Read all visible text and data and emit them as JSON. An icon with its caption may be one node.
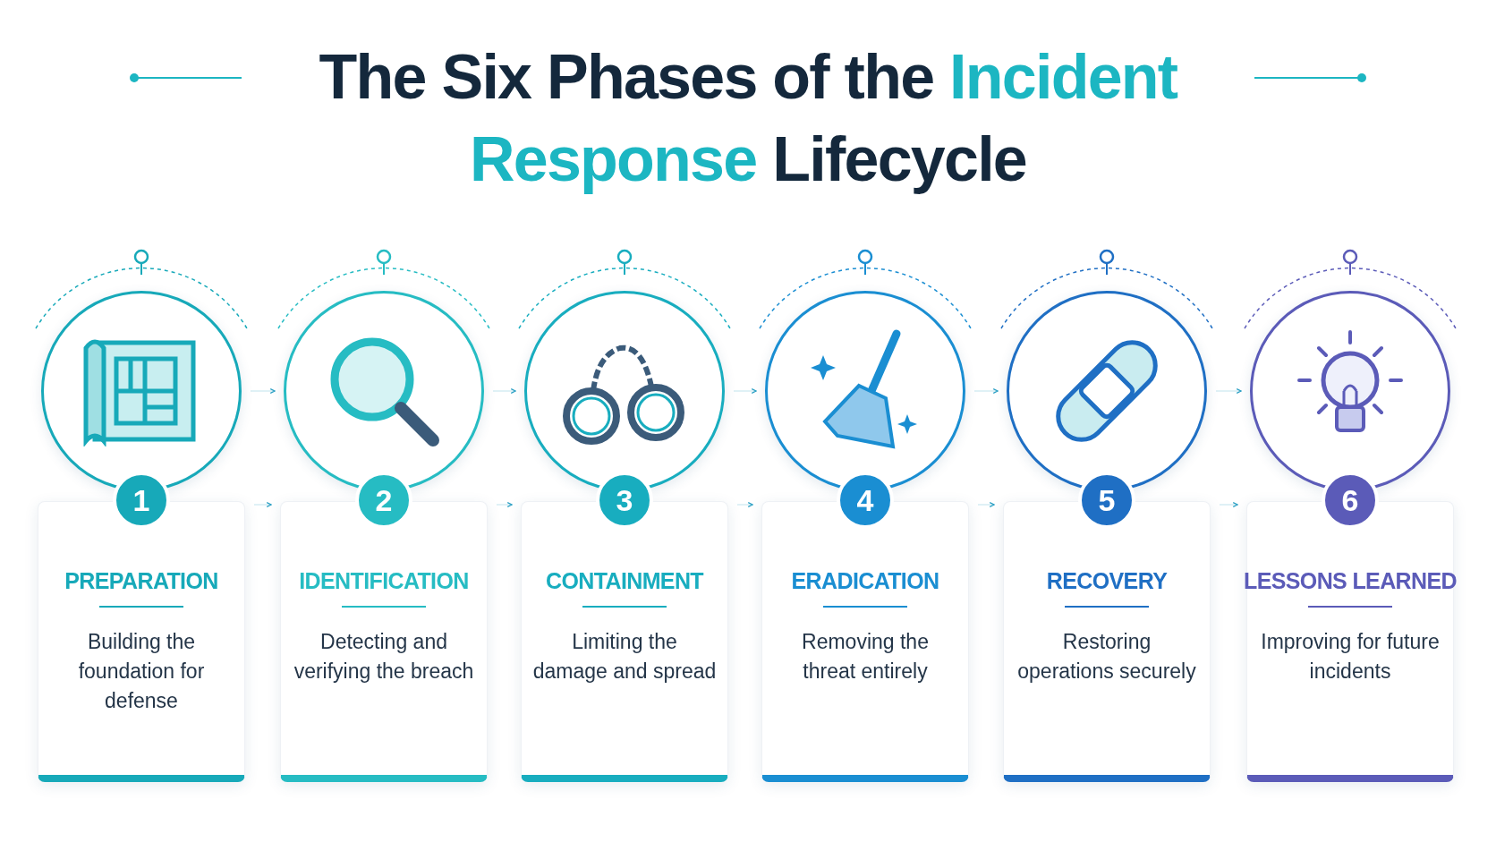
{
  "diagram": {
    "title": "The Six Phases of the **Incident Response** Lifecycle",
    "nodes": [
      {
        "text": [],
        "shape": "circle"
      },
      {
        "text": [],
        "shape": "circle"
      },
      {
        "text": [],
        "shape": "circle"
      },
      {
        "text": [],
        "shape": "circle"
      },
      {
        "text": [],
        "shape": "circle"
      },
      {
        "text": [],
        "shape": "circle"
      },
      {
        "text": [
          "1",
          "PREPARATION",
          "Building the foundation for defense"
        ]
      },
      {
        "text": [
          "2",
          "IDENTIFICATION",
          "Detecting and verifying the breach"
        ]
      },
      {
        "text": [
          "3",
          "CONTAINMENT",
          "Limiting the damage and spread"
        ]
      },
      {
        "text": [
          "4",
          "ERADICATION",
          "Removing the threat entirely"
        ]
      },
      {
        "text": [
          "5",
          "RECOVERY",
          "Restoring operations securely"
        ]
      },
      {
        "text": [
          "6",
          "LESSONS LEARNED",
          "Improving for future incidents"
        ]
      }
    ],
    "edges": [
      {
        "from": 0,
        "to": 1,
        "arrow": "to"
      },
      {
        "from": 1,
        "to": 2,
        "arrow": "to"
      },
      {
        "from": 2,
        "to": 3,
        "arrow": "to"
      },
      {
        "from": 3,
        "to": 4,
        "arrow": "to"
      },
      {
        "from": 4,
        "to": 5,
        "arrow": "to"
      },
      {
        "from": 6,
        "to": 7,
        "arrow": "to"
      },
      {
        "from": 7,
        "to": 8,
        "arrow": "to"
      },
      {
        "from": 8,
        "to": 9,
        "arrow": "to"
      },
      {
        "from": 9,
        "to": 10,
        "arrow": "to"
      },
      {
        "from": 10,
        "to": 11,
        "arrow": "to"
      }
    ]
  }
}
